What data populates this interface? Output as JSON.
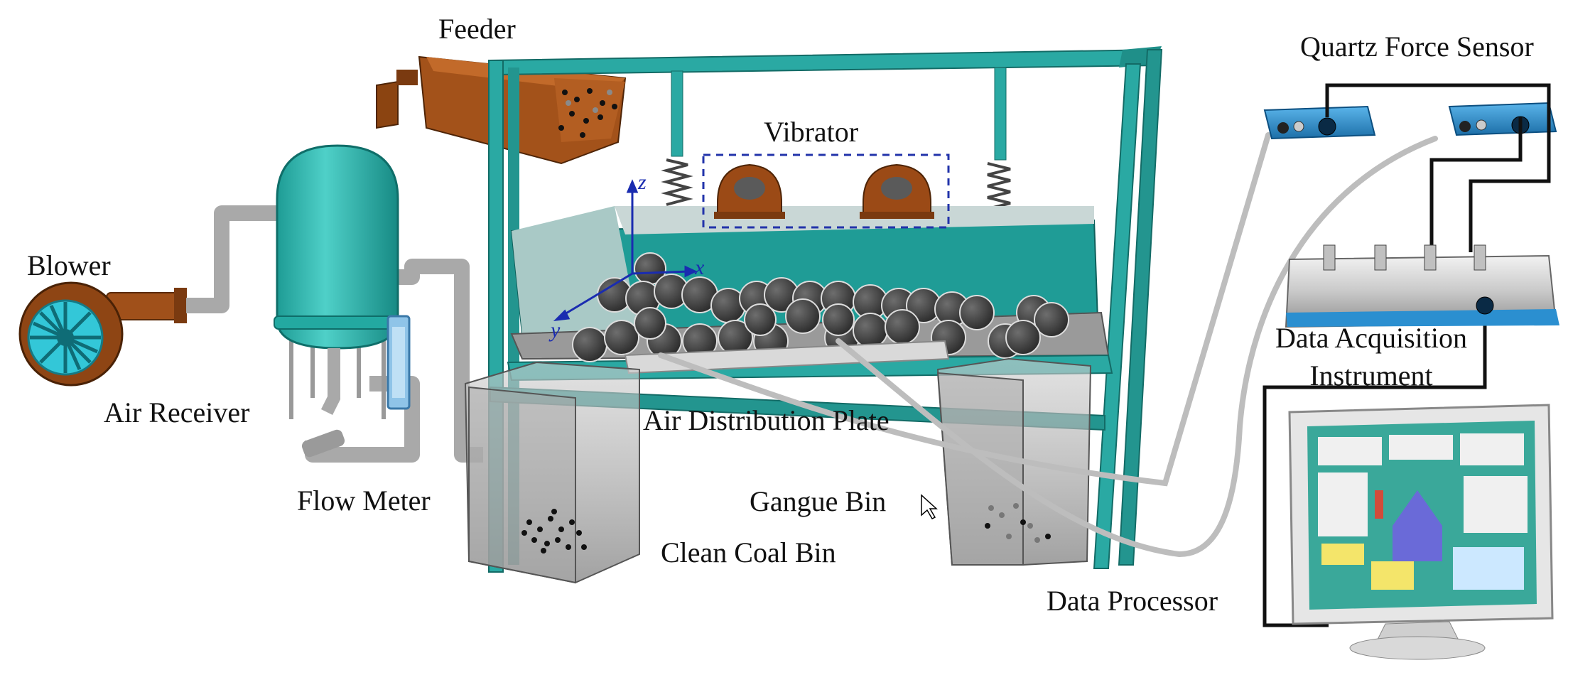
{
  "labels": {
    "feeder": "Feeder",
    "vibrator": "Vibrator",
    "blower": "Blower",
    "air_receiver": "Air Receiver",
    "flow_meter": "Flow Meter",
    "air_distribution_plate": "Air Distribution Plate",
    "clean_coal_bin": "Clean Coal Bin",
    "gangue_bin": "Gangue Bin",
    "quartz_force_sensor": "Quartz Force Sensor",
    "data_acquisition_line1": "Data Acquisition",
    "data_acquisition_line2": "Instrument",
    "data_processor": "Data Processor"
  },
  "axes": {
    "x": "x",
    "y": "y",
    "z": "z"
  },
  "colors": {
    "frame": "#2aa9a3",
    "frame_dark": "#1d7f7a",
    "tank": "#2fb8b0",
    "blower_housing": "#9b4a16",
    "blower_fan": "#33c7d8",
    "feeder": "#a04d17",
    "sensor": "#2b8fd0",
    "pipe": "#b8b8b8",
    "particle": "#3a3a3a",
    "dashed_box": "#2233aa",
    "axis": "#1a2cb0",
    "cable": "#111111"
  },
  "icons": {
    "blower": "centrifugal-blower-icon",
    "air_receiver": "pressure-tank-icon",
    "flow_meter": "flow-meter-icon",
    "feeder": "vibrating-feeder-icon",
    "vibrator": "vibration-motor-icon",
    "sensor": "force-sensor-icon",
    "daq": "data-acquisition-box-icon",
    "monitor": "computer-monitor-icon"
  }
}
